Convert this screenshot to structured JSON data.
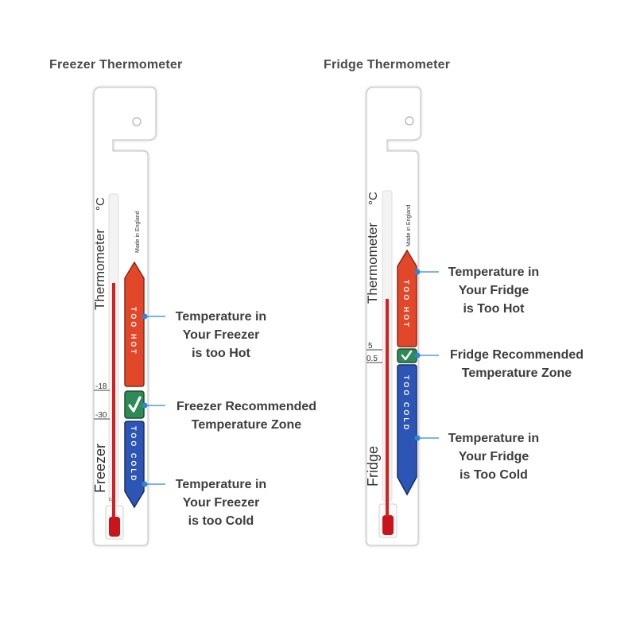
{
  "freezer": {
    "title": "Freezer Thermometer",
    "brand_text": "Thermometer",
    "unit": "°C",
    "made_in": "Made in England",
    "type_label": "Freezer",
    "scale_marks": [
      "-18",
      "-30"
    ],
    "bulb_mark": "62",
    "zone_hot_text": "TOO HOT",
    "zone_cold_text": "TOO COLD",
    "callout_hot": [
      "Temperature in",
      "Your Freezer",
      "is too Hot"
    ],
    "callout_ok": [
      "Freezer Recommended",
      "Temperature Zone"
    ],
    "callout_cold": [
      "Temperature in",
      "Your Freezer",
      "is too Cold"
    ]
  },
  "fridge": {
    "title": "Fridge Thermometer",
    "brand_text": "Thermometer",
    "unit": "°C",
    "made_in": "Made in England",
    "type_label": "Fridge",
    "scale_marks": [
      "5",
      "0.5"
    ],
    "zone_hot_text": "TOO HOT",
    "zone_cold_text": "TOO COLD",
    "callout_hot": [
      "Temperature in",
      "Your Fridge",
      "is Too Hot"
    ],
    "callout_ok": [
      "Fridge Recommended",
      "Temperature Zone"
    ],
    "callout_cold": [
      "Temperature in",
      "Your Fridge",
      "is Too Cold"
    ]
  },
  "colors": {
    "hot_zone": "#e2472a",
    "ok_zone": "#2e8b57",
    "cold_zone": "#2d55b5",
    "liquid": "#d81e1e",
    "callout_dot": "#2f86d6"
  },
  "icons": {
    "ok_zone_icon": "check-icon",
    "callout_marker": "dot-icon"
  }
}
